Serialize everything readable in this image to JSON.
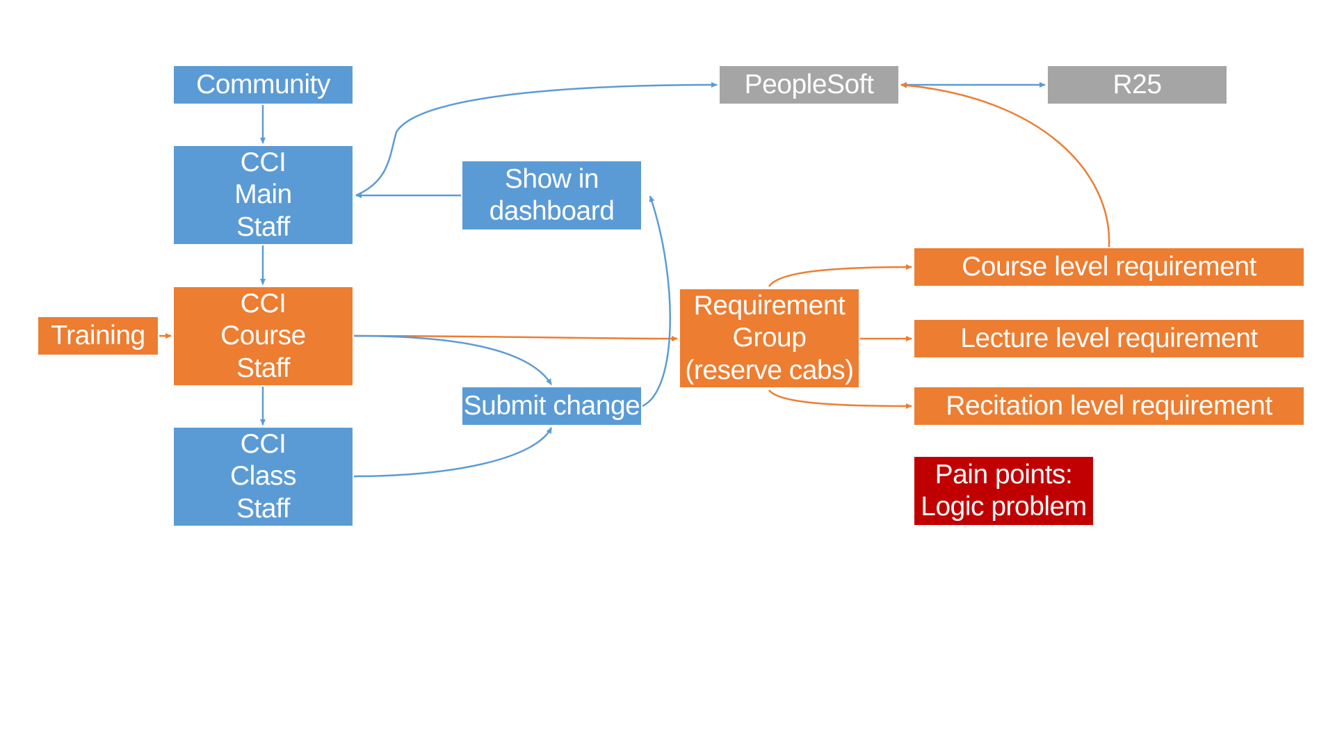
{
  "colors": {
    "blue": "#5b9bd5",
    "orange": "#ed7d31",
    "gray": "#a5a5a5",
    "red": "#c00000"
  },
  "nodes": {
    "community": {
      "lines": [
        "Community"
      ]
    },
    "cci_main": {
      "lines": [
        "CCI",
        "Main",
        "Staff"
      ]
    },
    "cci_course": {
      "lines": [
        "CCI",
        "Course",
        "Staff"
      ]
    },
    "cci_class": {
      "lines": [
        "CCI",
        "Class",
        "Staff"
      ]
    },
    "training": {
      "lines": [
        "Training"
      ]
    },
    "show_dashboard": {
      "lines": [
        "Show in",
        "dashboard"
      ]
    },
    "submit_change": {
      "lines": [
        "Submit change"
      ]
    },
    "requirement_group": {
      "lines": [
        "Requirement",
        "Group",
        "(reserve cabs)"
      ]
    },
    "peoplesoft": {
      "lines": [
        "PeopleSoft"
      ]
    },
    "r25": {
      "lines": [
        "R25"
      ]
    },
    "course_level": {
      "lines": [
        "Course level requirement"
      ]
    },
    "lecture_level": {
      "lines": [
        "Lecture level requirement"
      ]
    },
    "recitation_level": {
      "lines": [
        "Recitation level requirement"
      ]
    },
    "pain_points": {
      "lines": [
        "Pain points:",
        "Logic problem"
      ]
    }
  },
  "edges": [
    {
      "from": "community",
      "to": "cci_main",
      "color": "blue"
    },
    {
      "from": "cci_main",
      "to": "cci_course",
      "color": "blue"
    },
    {
      "from": "cci_course",
      "to": "cci_class",
      "color": "blue"
    },
    {
      "from": "training",
      "to": "cci_course",
      "color": "orange"
    },
    {
      "from": "show_dashboard",
      "to": "cci_main",
      "color": "blue"
    },
    {
      "from": "cci_main",
      "to": "peoplesoft",
      "color": "blue"
    },
    {
      "from": "peoplesoft",
      "to": "r25",
      "color": "blue",
      "bidirectional": true
    },
    {
      "from": "cci_course",
      "to": "requirement_group",
      "color": "orange"
    },
    {
      "from": "cci_course",
      "to": "submit_change",
      "color": "blue"
    },
    {
      "from": "cci_class",
      "to": "submit_change",
      "color": "blue"
    },
    {
      "from": "submit_change",
      "to": "show_dashboard",
      "color": "blue"
    },
    {
      "from": "requirement_group",
      "to": "course_level",
      "color": "orange"
    },
    {
      "from": "requirement_group",
      "to": "lecture_level",
      "color": "orange"
    },
    {
      "from": "requirement_group",
      "to": "recitation_level",
      "color": "orange"
    },
    {
      "from": "course_level",
      "to": "peoplesoft",
      "color": "orange"
    }
  ]
}
